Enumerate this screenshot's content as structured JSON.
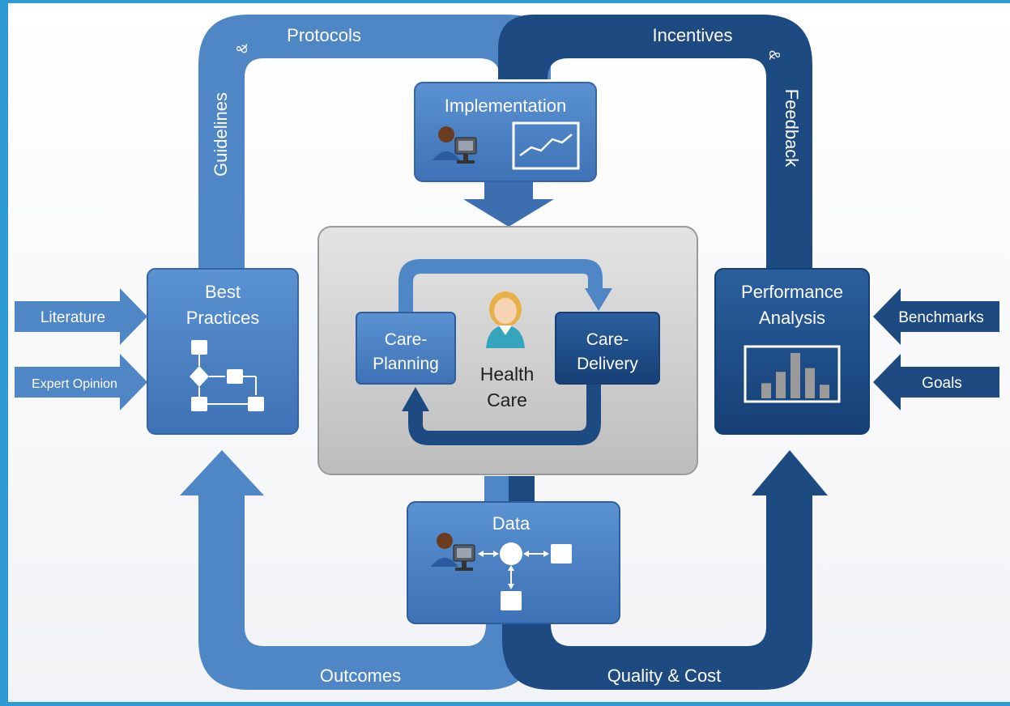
{
  "loop_labels": {
    "protocols": "Protocols",
    "ampersand_left": "&",
    "guidelines": "Guidelines",
    "incentives": "Incentives",
    "ampersand_right": "&",
    "feedback": "Feedback",
    "outcomes": "Outcomes",
    "quality_cost": "Quality & Cost"
  },
  "nodes": {
    "implementation": "Implementation",
    "best_practices": [
      "Best",
      "Practices"
    ],
    "performance_analysis": [
      "Performance",
      "Analysis"
    ],
    "data": "Data",
    "care_planning": [
      "Care-",
      "Planning"
    ],
    "care_delivery": [
      "Care-",
      "Delivery"
    ],
    "health_care": [
      "Health",
      "Care"
    ]
  },
  "inputs": {
    "left": [
      "Literature",
      "Expert Opinion"
    ],
    "right": [
      "Benchmarks",
      "Goals"
    ]
  },
  "performance_chart": {
    "bars": [
      2,
      3.5,
      6,
      4,
      1.8
    ]
  },
  "colors": {
    "frame": "#2f9ad3",
    "light_blue": "#4f86c6",
    "dark_blue": "#1e4a82",
    "box_light": "#4378bd",
    "box_dark": "#1d4d8a",
    "center_panel": "#cfcfcf"
  }
}
